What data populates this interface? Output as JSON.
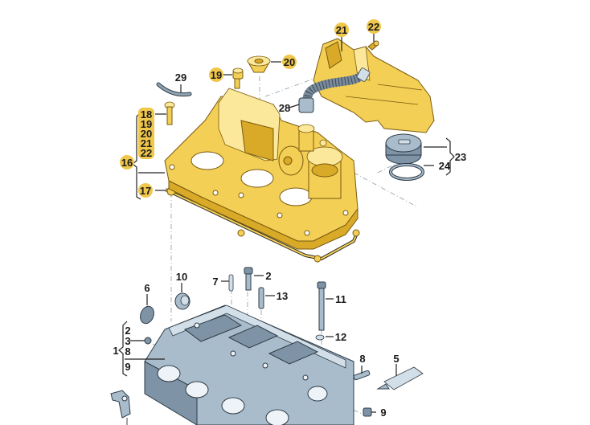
{
  "diagram": {
    "title": "Cylinder head cover exploded parts view",
    "colors": {
      "highlight_bubble": "#f0c74a",
      "cover_yellow": "#f3cf55",
      "head_steel": "#a9bccb",
      "label_text": "#1a1a1a"
    },
    "callouts": {
      "c1": "1",
      "c2a": "2",
      "c2b": "2",
      "c3": "3",
      "c5": "5",
      "c6": "6",
      "c7": "7",
      "c8a": "8",
      "c8b": "8",
      "c9a": "9",
      "c9b": "9",
      "c10": "10",
      "c11": "11",
      "c12": "12",
      "c13": "13",
      "c16": "16",
      "c17": "17",
      "c18": "18",
      "c19a": "19",
      "c19b": "19",
      "c20a": "20",
      "c20b": "20",
      "c21a": "21",
      "c21b": "21",
      "c22a": "22",
      "c22b": "22",
      "c23": "23",
      "c24": "24",
      "c28": "28",
      "c29": "29"
    },
    "groups": {
      "group_1_members": [
        "2",
        "3",
        "8",
        "9"
      ],
      "group_16_members": [
        "18",
        "19",
        "20",
        "21",
        "22"
      ],
      "group_23_members": [
        "24"
      ]
    },
    "highlighted_callouts": [
      "16",
      "17",
      "18",
      "19",
      "20",
      "21",
      "22"
    ]
  }
}
